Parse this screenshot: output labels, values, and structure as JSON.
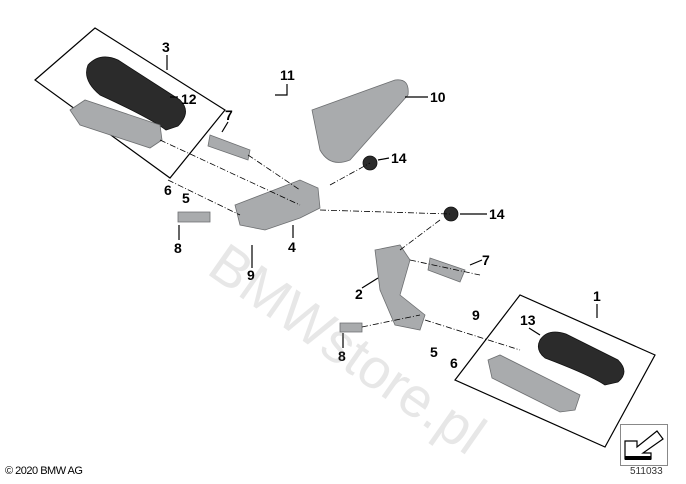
{
  "diagram": {
    "labels": {
      "l1": "1",
      "l2": "2",
      "l3": "3",
      "l4": "4",
      "l5a": "5",
      "l5b": "5",
      "l6a": "6",
      "l6b": "6",
      "l7a": "7",
      "l7b": "7",
      "l8a": "8",
      "l8b": "8",
      "l9a": "9",
      "l9b": "9",
      "l10": "10",
      "l11": "11",
      "l12": "12",
      "l13": "13",
      "l14a": "14",
      "l14b": "14"
    },
    "copyright": "© 2020 BMW AG",
    "diagram_number": "511033",
    "watermark": "BMWstore.pl"
  },
  "colors": {
    "part": "#a9abad",
    "rubber": "#2b2b2b"
  }
}
